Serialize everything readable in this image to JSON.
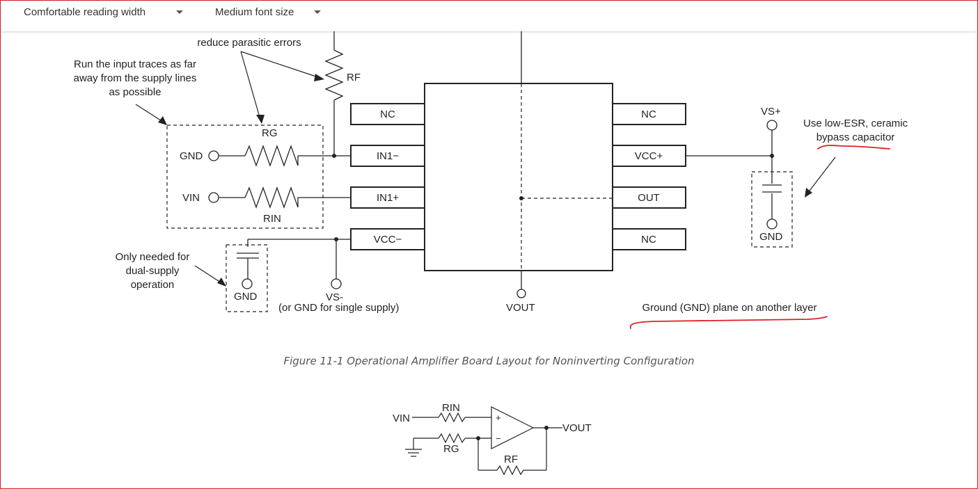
{
  "toolbar": {
    "width_select": "Comfortable reading width",
    "font_select": "Medium font size"
  },
  "figure": {
    "annotations": {
      "reduce": "reduce parasitic errors",
      "run_1": "Run the input traces as far",
      "run_2": "away from the supply lines",
      "run_3": "as possible",
      "only_1": "Only needed for",
      "only_2": "dual-supply",
      "only_3": "operation",
      "lowesr_1": "Use low-ESR, ceramic",
      "lowesr_2": "bypass capacitor",
      "ground_plane": "Ground (GND) plane on another layer"
    },
    "labels": {
      "rf": "RF",
      "rg": "RG",
      "rin": "RIN",
      "gnd": "GND",
      "vin": "VIN",
      "vs_minus": "VS-",
      "single_supply": "(or GND for single supply)",
      "vout": "VOUT",
      "vs_plus": "VS+",
      "gnd_right": "GND",
      "gnd_left": "GND"
    },
    "pins": {
      "nc_left": "NC",
      "in1_minus": "IN1−",
      "in1_plus": "IN1+",
      "vcc_minus": "VCC−",
      "nc_right_top": "NC",
      "vcc_plus": "VCC+",
      "out": "OUT",
      "nc_right_bottom": "NC"
    },
    "caption": "Figure 11-1 Operational Amplifier Board Layout for Noninverting Configuration"
  },
  "schematic": {
    "vin": "VIN",
    "rin": "RIN",
    "rg": "RG",
    "rf": "RF",
    "vout": "VOUT",
    "plus": "+",
    "minus": "−"
  },
  "colors": {
    "annotation_ink": "#e02020",
    "frame": "#d62020"
  }
}
